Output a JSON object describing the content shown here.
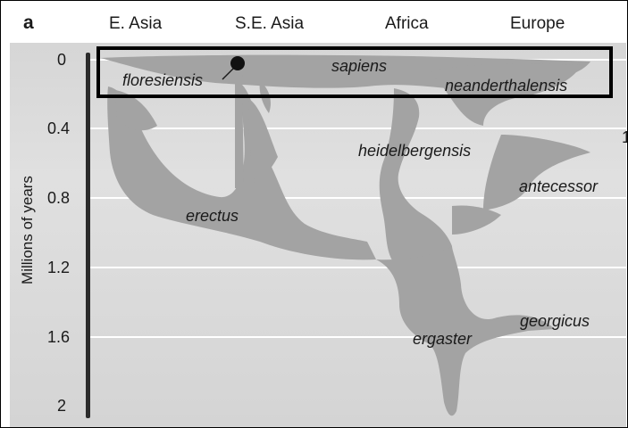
{
  "panel_label": "a",
  "regions": [
    "E. Asia",
    "S.E. Asia",
    "Africa",
    "Europe"
  ],
  "y_axis": {
    "title": "Millions of years",
    "ticks": [
      "0",
      "0.4",
      "0.8",
      "1.2",
      "1.6",
      "2"
    ]
  },
  "species": {
    "floresiensis": "floresiensis",
    "sapiens": "sapiens",
    "neanderthalensis": "neanderthalensis",
    "heidelbergensis": "heidelbergensis",
    "antecessor": "antecessor",
    "erectus": "erectus",
    "ergaster": "ergaster",
    "georgicus": "georgicus"
  },
  "edge_text": "1",
  "colors": {
    "background": "#d9d9d9",
    "lineage_fill": "#a3a3a3",
    "gridline": "#ffffff",
    "axis_bar": "#2b2b2b",
    "highlight_border": "#000000"
  }
}
